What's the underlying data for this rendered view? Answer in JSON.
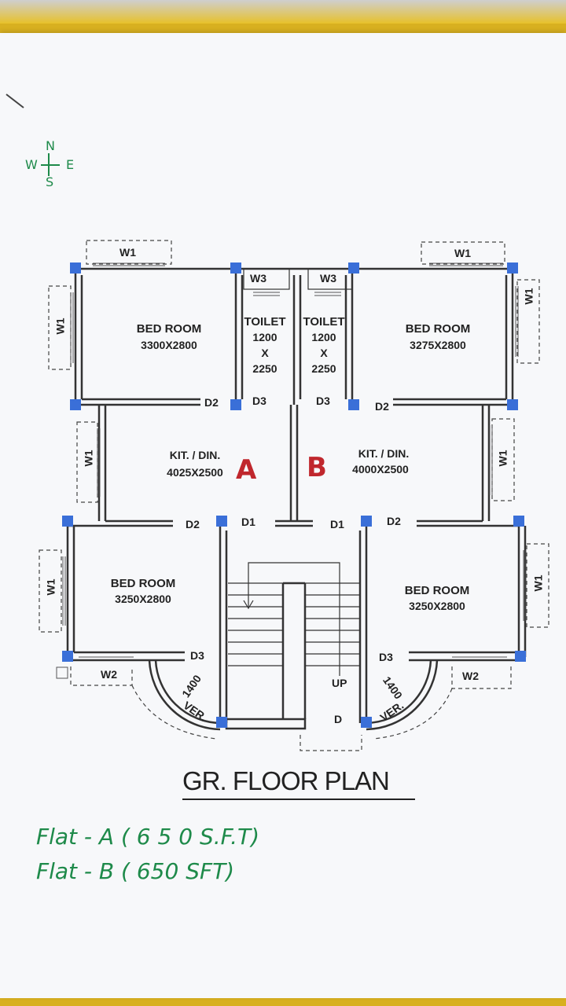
{
  "compass": {
    "n": "N",
    "s": "S",
    "e": "E",
    "w": "W"
  },
  "windows": {
    "w1": "W1",
    "w2": "W2",
    "w3": "W3"
  },
  "doors": {
    "d1": "D1",
    "d2": "D2",
    "d3": "D3",
    "d": "D"
  },
  "rooms": {
    "bed_room": "BED ROOM",
    "bed_top_left_size": "3300X2800",
    "bed_top_right_size": "3275X2800",
    "bed_bottom_left_size": "3250X2800",
    "bed_bottom_right_size": "3250X2800",
    "toilet": "TOILET",
    "toilet_w": "1200",
    "toilet_x": "X",
    "toilet_h": "2250",
    "kit_din": "KIT. / DIN.",
    "kit_a_size": "4025X2500",
    "kit_b_size": "4000X2500",
    "ver": "VER.",
    "ver_size": "1400",
    "up": "UP"
  },
  "flat_labels": {
    "a": "A",
    "b": "B"
  },
  "title": "GR.  FLOOR PLAN",
  "notes": [
    "Flat - A ( 6 5 0  S.F.T)",
    "Flat - B ( 650 SFT)"
  ],
  "colors": {
    "wall": "#333333",
    "column": "#3a6fd8",
    "handwriting": "#1e8a4a",
    "flat_letter": "#c0272d"
  }
}
